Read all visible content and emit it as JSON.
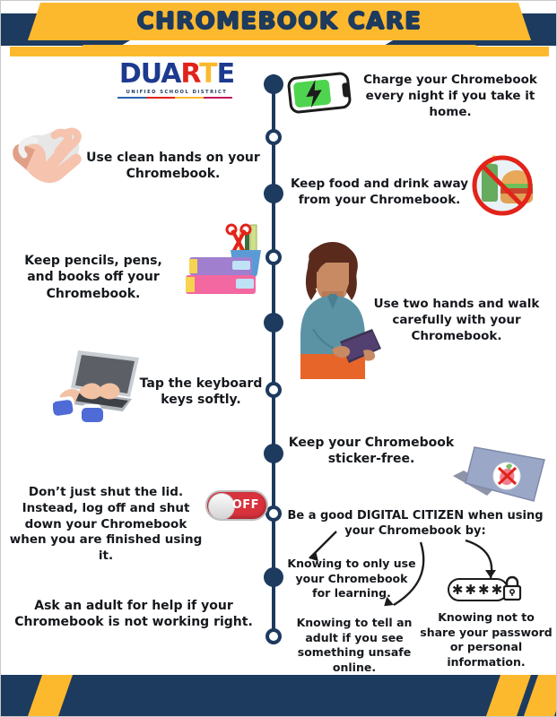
{
  "header": {
    "title": "CHROMEBOOK CARE",
    "colors": {
      "navy": "#1d3a5f",
      "yellow": "#fdb92e",
      "yellow_dark": "#f5a623"
    }
  },
  "logo": {
    "letters": [
      {
        "char": "D",
        "color": "navy"
      },
      {
        "char": "U",
        "color": "navy"
      },
      {
        "char": "A",
        "color": "navy"
      },
      {
        "char": "R",
        "color": "red"
      },
      {
        "char": "T",
        "color": "gold"
      },
      {
        "char": "E",
        "color": "navy"
      }
    ],
    "word": "DUARTE",
    "subtitle": "UNIFIED SCHOOL DISTRICT",
    "bar_colors": [
      "#2b62b0",
      "#e2231a",
      "#fdb92e",
      "#c2185b"
    ]
  },
  "tips": {
    "left": [
      {
        "id": "clean-hands",
        "text": "Use clean hands on your Chromebook.",
        "icon": "washing-hands-icon"
      },
      {
        "id": "no-supplies",
        "text": "Keep pencils, pens, and books off your Chromebook.",
        "icon": "books-and-pencils-icon"
      },
      {
        "id": "tap-softly",
        "text": "Tap the keyboard keys softly.",
        "icon": "laptop-typing-icon"
      },
      {
        "id": "shut-down",
        "text": "Don’t just shut the lid. Instead, log off and shut down your Chromebook when you are finished using it.",
        "icon": "power-toggle-icon"
      },
      {
        "id": "ask-adult",
        "text": "Ask an adult for help if your Chromebook is not working right.",
        "icon": "none"
      }
    ],
    "right": [
      {
        "id": "charge-nightly",
        "text": "Charge your Chromebook every night if you take it home.",
        "icon": "battery-charging-icon"
      },
      {
        "id": "no-food-drink",
        "text": "Keep food and drink away from your Chromebook.",
        "icon": "no-food-drink-icon"
      },
      {
        "id": "two-hands",
        "text": "Use two hands and walk carefully with your Chromebook.",
        "icon": "student-carrying-laptop-icon"
      },
      {
        "id": "sticker-free",
        "text": "Keep your Chromebook sticker-free.",
        "icon": "no-sticker-laptop-icon"
      }
    ]
  },
  "digital_citizen": {
    "heading": "Be a good DIGITAL CITIZEN when using your Chromebook by:",
    "items": [
      {
        "id": "only-learning",
        "text": "Knowing to only use your Chromebook for learning."
      },
      {
        "id": "tell-adult",
        "text": "Knowing to tell an adult if you see something unsafe online."
      },
      {
        "id": "no-sharing",
        "text": "Knowing not to share your password or personal information."
      }
    ],
    "password_icon_text": "✱✱✱✱"
  },
  "toggle": {
    "label": "OFF"
  }
}
